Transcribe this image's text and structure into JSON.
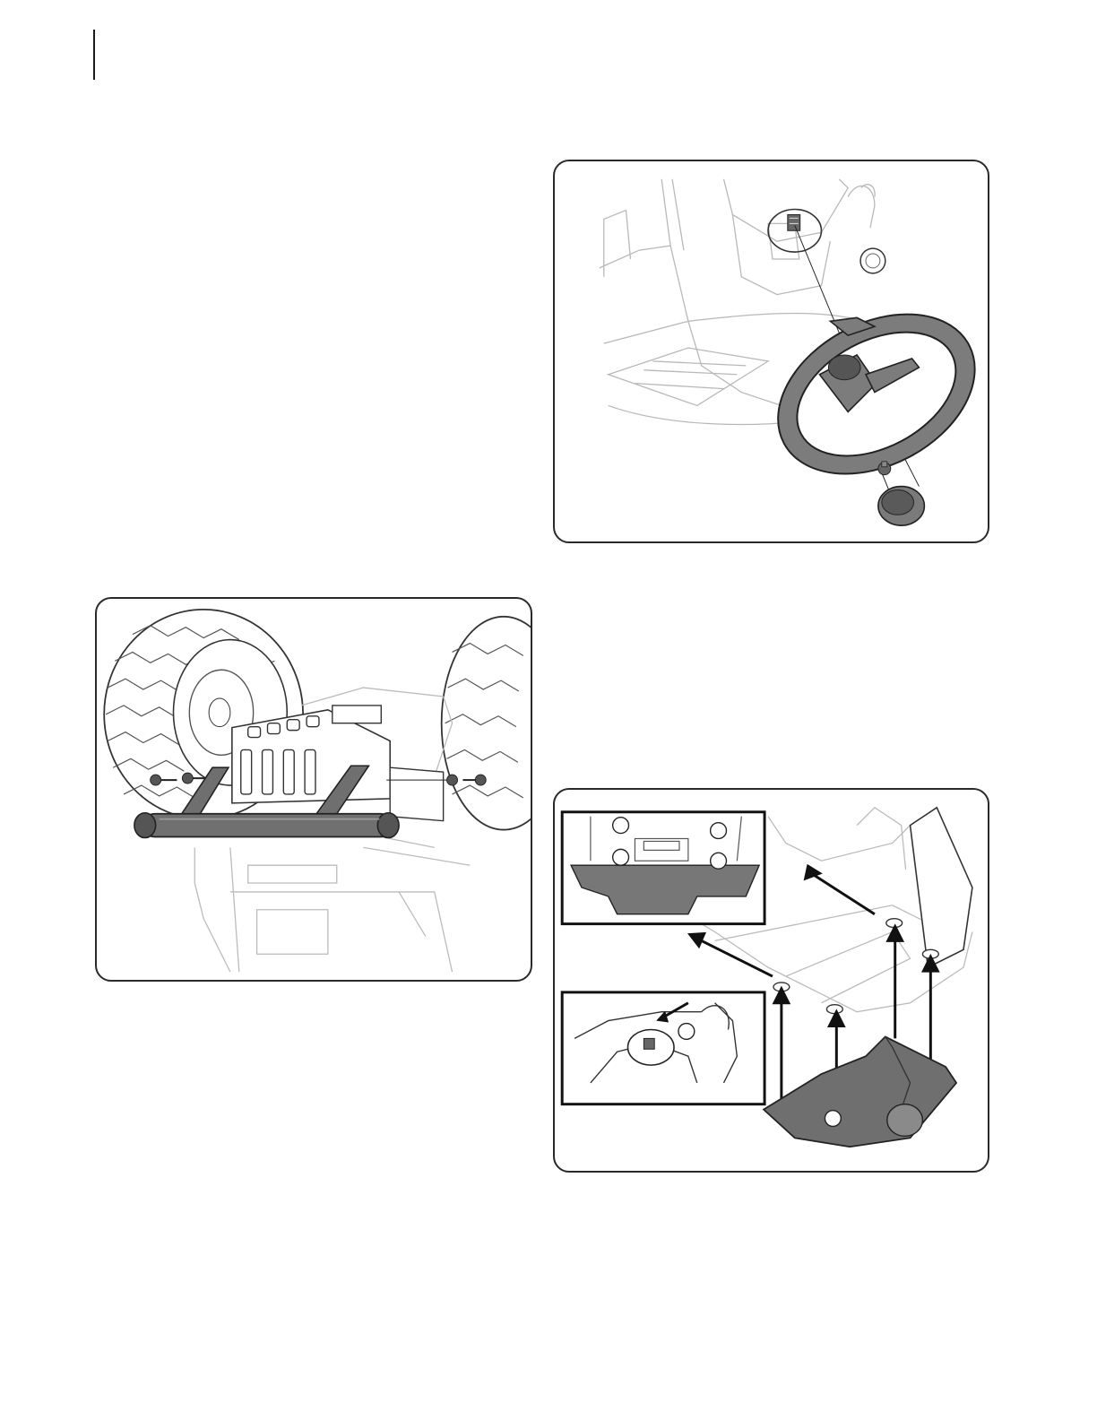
{
  "page": {
    "figures": [
      {
        "id": "steering-wheel",
        "callouts": []
      },
      {
        "id": "front-bumper",
        "callouts": []
      },
      {
        "id": "dash-panel",
        "callouts": []
      }
    ]
  },
  "colors": {
    "line_art": "#333333",
    "light_line": "#b5b5b5",
    "part_fill": "#7a7a7a",
    "part_dark": "#4a4a4a",
    "frame_border": "#2a2a2a"
  },
  "icons": [
    "screw-icon",
    "arrow-icon",
    "callout-circle-icon"
  ]
}
